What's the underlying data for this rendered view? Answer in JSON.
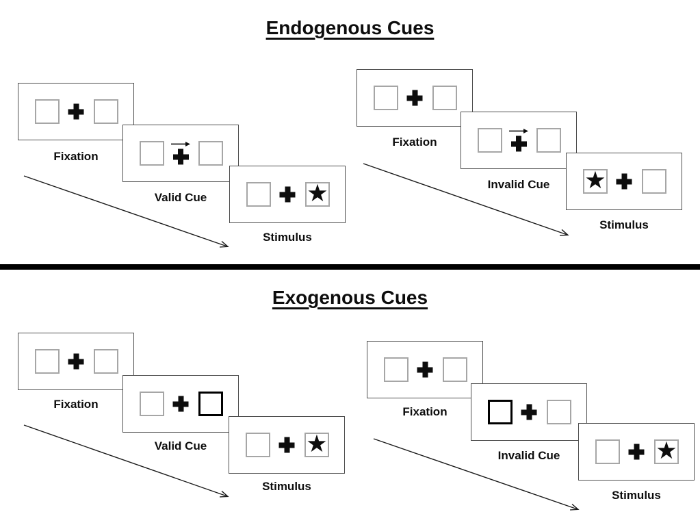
{
  "icons": {
    "star_glyph": "★"
  },
  "colors": {
    "background": "#ffffff",
    "ink": "#000000",
    "panel_border": "#4d4d4d",
    "placeholder_box_border": "#a6a6a6",
    "cue_highlight_border": "#000000"
  },
  "sections": [
    {
      "title": "Endogenous Cues",
      "trials": [
        {
          "trial_type": "valid",
          "cue_style": "central-arrow",
          "cue_direction": "right",
          "stimulus_side": "right",
          "steps": [
            {
              "label": "Fixation"
            },
            {
              "label": "Valid Cue"
            },
            {
              "label": "Stimulus"
            }
          ]
        },
        {
          "trial_type": "invalid",
          "cue_style": "central-arrow",
          "cue_direction": "right",
          "stimulus_side": "left",
          "steps": [
            {
              "label": "Fixation"
            },
            {
              "label": "Invalid Cue"
            },
            {
              "label": "Stimulus"
            }
          ]
        }
      ]
    },
    {
      "title": "Exogenous Cues",
      "trials": [
        {
          "trial_type": "valid",
          "cue_style": "peripheral-box-highlight",
          "cue_side": "right",
          "stimulus_side": "right",
          "steps": [
            {
              "label": "Fixation"
            },
            {
              "label": "Valid Cue"
            },
            {
              "label": "Stimulus"
            }
          ]
        },
        {
          "trial_type": "invalid",
          "cue_style": "peripheral-box-highlight",
          "cue_side": "left",
          "stimulus_side": "right",
          "steps": [
            {
              "label": "Fixation"
            },
            {
              "label": "Invalid Cue"
            },
            {
              "label": "Stimulus"
            }
          ]
        }
      ]
    }
  ]
}
